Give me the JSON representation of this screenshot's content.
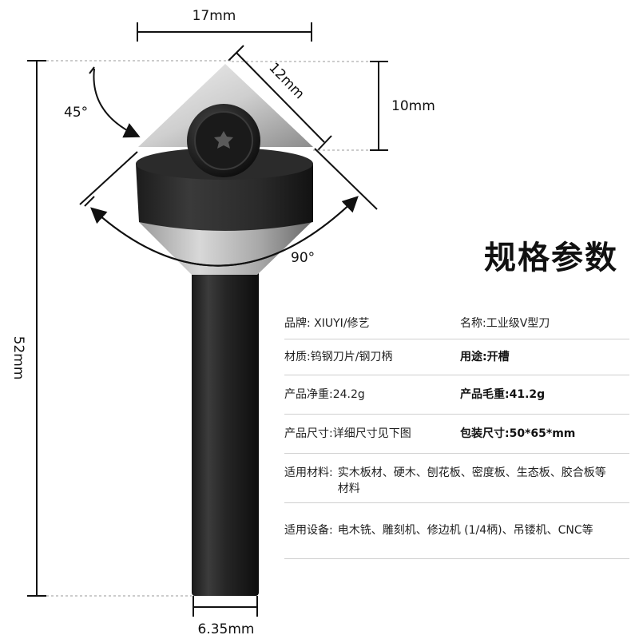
{
  "dimensions": {
    "width_top": "17mm",
    "edge_length": "12mm",
    "cut_depth": "10mm",
    "angle_small": "45°",
    "angle_large": "90°",
    "total_length": "52mm",
    "shank_diameter": "6.35mm"
  },
  "spec_title": "规格参数",
  "specs": {
    "brand": "品牌: XIUYI/修艺",
    "name": "名称:工业级V型刀",
    "material": "材质:钨钢刀片/钢刀柄",
    "usage": "用途:开槽",
    "net_weight": "产品净重:24.2g",
    "gross_weight": "产品毛重:41.2g",
    "size": "产品尺寸:详细尺寸见下图",
    "package_size": "包装尺寸:50*65*mm",
    "applicable_materials_label": "适用材料:",
    "applicable_materials": "实木板材、硬木、刨花板、密度板、生态板、胶合板等材料",
    "applicable_devices_label": "适用设备:",
    "applicable_devices": "电木铣、雕刻机、修边机 (1/4柄)、吊镂机、CNC等"
  }
}
